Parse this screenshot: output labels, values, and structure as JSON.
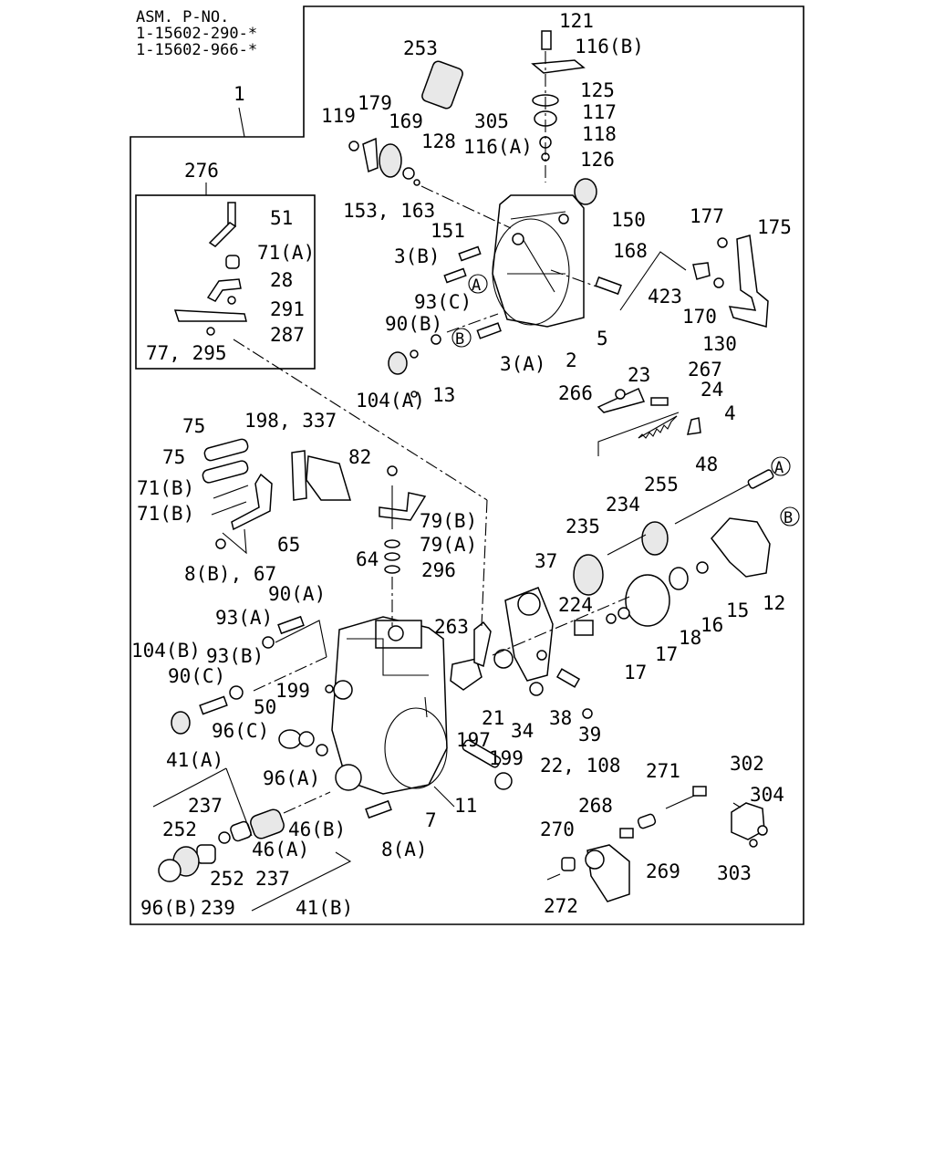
{
  "header": {
    "asm_label": "ASM. P-NO.",
    "part_numbers": [
      "1-15602-290-*",
      "1-15602-966-*"
    ]
  },
  "assembly_ref": "1",
  "inset_ref": "276",
  "callouts": [
    "121",
    "116(B)",
    "253",
    "125",
    "117",
    "305",
    "118",
    "119",
    "179",
    "169",
    "128",
    "116(A)",
    "126",
    "150",
    "177",
    "175",
    "153, 163",
    "151",
    "168",
    "3(B)",
    "423",
    "93(C)",
    "170",
    "130",
    "90(B)",
    "5",
    "3(A)",
    "2",
    "104(A)",
    "13",
    "23",
    "267",
    "266",
    "24",
    "4",
    "51",
    "71(A)",
    "28",
    "291",
    "287",
    "77, 295",
    "75",
    "75",
    "198, 337",
    "71(B)",
    "71(B)",
    "82",
    "79(B)",
    "79(A)",
    "296",
    "65",
    "64",
    "8(B), 67",
    "90(A)",
    "93(A)",
    "104(B)",
    "93(B)",
    "90(C)",
    "199",
    "50",
    "96(C)",
    "96(A)",
    "263",
    "224",
    "48",
    "255",
    "234",
    "235",
    "37",
    "12",
    "15",
    "16",
    "18",
    "17",
    "17",
    "21",
    "34",
    "38",
    "39",
    "22, 108",
    "199",
    "197",
    "11",
    "7",
    "8(A)",
    "41(A)",
    "237",
    "252",
    "46(B)",
    "46(A)",
    "252",
    "237",
    "96(B)",
    "239",
    "41(B)",
    "271",
    "302",
    "304",
    "268",
    "269",
    "270",
    "272",
    "303"
  ],
  "markers": [
    "A",
    "B",
    "A",
    "B"
  ]
}
